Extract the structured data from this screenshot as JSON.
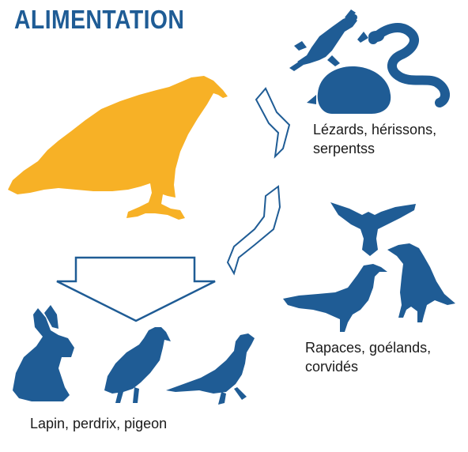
{
  "title": "ALIMENTATION",
  "colors": {
    "title": "#1f5c95",
    "eagle": "#f7b126",
    "prey": "#1f5c95",
    "arrow_stroke": "#1f5c95"
  },
  "groups": [
    {
      "id": "reptiles",
      "label_line1": "Lézards, hérissons,",
      "label_line2": "serpentss",
      "icons": [
        "lizard-icon",
        "snake-icon",
        "hedgehog-icon"
      ]
    },
    {
      "id": "birds",
      "label_line1": "Rapaces, goélands,",
      "label_line2": "corvidés",
      "icons": [
        "raptor-icon",
        "gull-icon",
        "crow-icon"
      ]
    },
    {
      "id": "small-game",
      "label_line1": "Lapin, perdrix, pigeon",
      "icons": [
        "rabbit-icon",
        "partridge-icon",
        "pigeon-icon"
      ]
    }
  ],
  "center_icon": "eagle-icon"
}
